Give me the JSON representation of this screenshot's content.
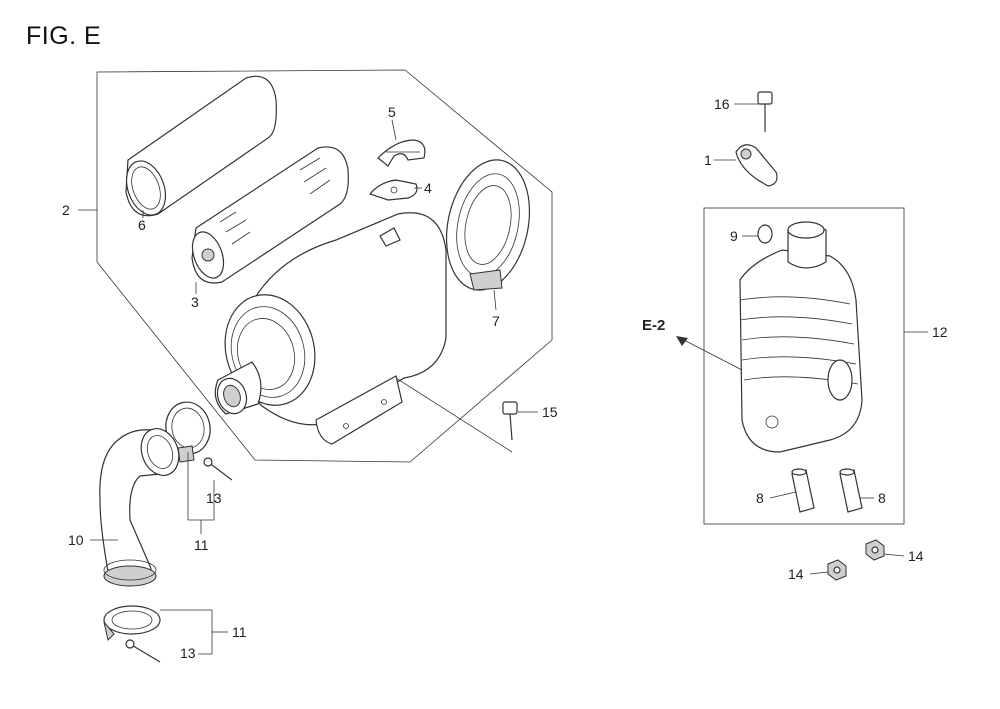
{
  "figure_title": "FIG. E",
  "ref_label": "E-2",
  "labels": {
    "p1": "1",
    "p2": "2",
    "p3": "3",
    "p4": "4",
    "p5": "5",
    "p6": "6",
    "p7": "7",
    "p8a": "8",
    "p8b": "8",
    "p9": "9",
    "p10": "10",
    "p11a": "11",
    "p11b": "11",
    "p12": "12",
    "p13a": "13",
    "p13b": "13",
    "p14a": "14",
    "p14b": "14",
    "p15": "15",
    "p16": "16"
  }
}
